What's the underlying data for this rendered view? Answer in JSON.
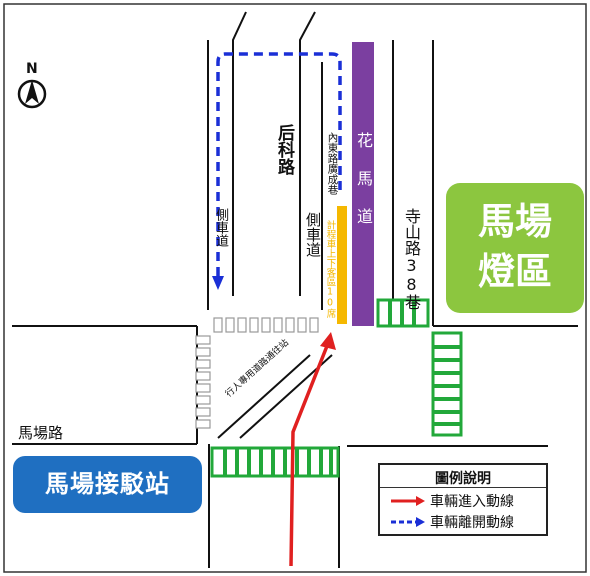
{
  "compass": {
    "label": "N",
    "icon": "north-arrow-icon"
  },
  "streets": {
    "houke_road": "后科路",
    "side_road_left": "側車道",
    "side_road_right": "側車道",
    "neidong_lane": "內東路廣成巷",
    "taxi_zone": "計程車上下客區10席",
    "huamadao": "花馬道",
    "sishan_lane": "寺山路38巷",
    "machang_road": "馬場路",
    "pedestrian_path": "行人專用道路通往站"
  },
  "signs": {
    "lantern_area": [
      "馬場",
      "燈區"
    ],
    "shuttle_station": "馬場接駁站"
  },
  "legend": {
    "title": "圖例說明",
    "entry_label": "車輛進入動線",
    "exit_label": "車輛離開動線"
  },
  "colors": {
    "entry_route": "#e02020",
    "exit_route": "#1a2fd6",
    "huamadao": "#7b3fa0",
    "taxi_zone": "#f5b800",
    "crosswalk_green": "#22a83a",
    "lantern_sign": "#8cc63f",
    "station_sign": "#1f6fc1"
  }
}
